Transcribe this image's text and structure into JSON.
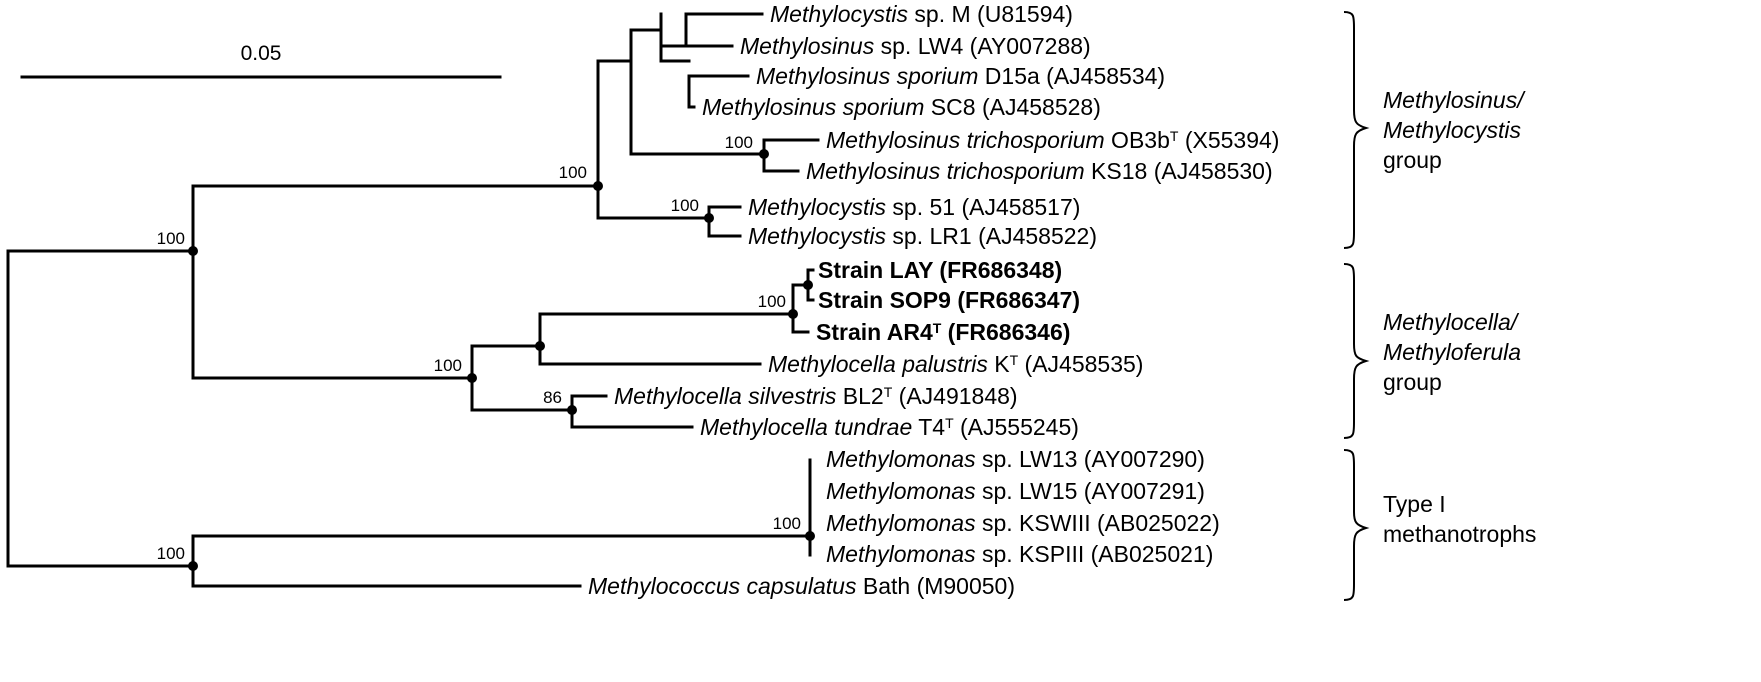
{
  "scale_bar": {
    "label": "0.05"
  },
  "leaves": [
    {
      "id": "mcys-m",
      "parts": [
        [
          "Methylocystis",
          true
        ],
        [
          " sp. M (U81594)",
          false
        ]
      ]
    },
    {
      "id": "msin-lw4",
      "parts": [
        [
          "Methylosinus",
          true
        ],
        [
          " sp. LW4 (AY007288)",
          false
        ]
      ]
    },
    {
      "id": "msp-d15a",
      "parts": [
        [
          "Methylosinus sporium",
          true
        ],
        [
          " D15a (AJ458534)",
          false
        ]
      ]
    },
    {
      "id": "msp-sc8",
      "parts": [
        [
          "Methylosinus sporium",
          true
        ],
        [
          " SC8 (AJ458528)",
          false
        ]
      ]
    },
    {
      "id": "mtr-ob3b",
      "parts": [
        [
          "Methylosinus trichosporium",
          true
        ],
        [
          " OB3b",
          false
        ],
        [
          "T",
          false,
          "sup"
        ],
        [
          " (X55394)",
          false
        ]
      ]
    },
    {
      "id": "mtr-ks18",
      "parts": [
        [
          "Methylosinus trichosporium",
          true
        ],
        [
          " KS18 (AJ458530)",
          false
        ]
      ]
    },
    {
      "id": "mcys-51",
      "parts": [
        [
          "Methylocystis",
          true
        ],
        [
          " sp. 51 (AJ458517)",
          false
        ]
      ]
    },
    {
      "id": "mcys-lr1",
      "parts": [
        [
          "Methylocystis",
          true
        ],
        [
          " sp. LR1 (AJ458522)",
          false
        ]
      ]
    },
    {
      "id": "strain-lay",
      "bold": true,
      "parts": [
        [
          "Strain LAY (FR686348)",
          false
        ]
      ]
    },
    {
      "id": "strain-sop9",
      "bold": true,
      "parts": [
        [
          "Strain SOP9 (FR686347)",
          false
        ]
      ]
    },
    {
      "id": "strain-ar4",
      "bold": true,
      "parts": [
        [
          "Strain AR4",
          false
        ],
        [
          "T",
          false,
          "sup"
        ],
        [
          " (FR686346)",
          false
        ]
      ]
    },
    {
      "id": "mcel-pal",
      "parts": [
        [
          "Methylocella palustris",
          true
        ],
        [
          " K",
          false
        ],
        [
          "T",
          false,
          "sup"
        ],
        [
          " (AJ458535)",
          false
        ]
      ]
    },
    {
      "id": "mcel-sil",
      "parts": [
        [
          "Methylocella silvestris",
          true
        ],
        [
          " BL2",
          false
        ],
        [
          "T",
          false,
          "sup"
        ],
        [
          " (AJ491848)",
          false
        ]
      ]
    },
    {
      "id": "mcel-tun",
      "parts": [
        [
          "Methylocella tundrae",
          true
        ],
        [
          " T4",
          false
        ],
        [
          "T",
          false,
          "sup"
        ],
        [
          " (AJ555245)",
          false
        ]
      ]
    },
    {
      "id": "mmon-lw13",
      "parts": [
        [
          "Methylomonas",
          true
        ],
        [
          " sp. LW13 (AY007290)",
          false
        ]
      ]
    },
    {
      "id": "mmon-lw15",
      "parts": [
        [
          "Methylomonas",
          true
        ],
        [
          " sp. LW15 (AY007291)",
          false
        ]
      ]
    },
    {
      "id": "mmon-kswiii",
      "parts": [
        [
          "Methylomonas",
          true
        ],
        [
          " sp. KSWIII (AB025022)",
          false
        ]
      ]
    },
    {
      "id": "mmon-kspiii",
      "parts": [
        [
          "Methylomonas",
          true
        ],
        [
          " sp. KSPIII (AB025021)",
          false
        ]
      ]
    },
    {
      "id": "mcoc-bath",
      "parts": [
        [
          "Methylococcus capsulatus",
          true
        ],
        [
          " Bath (M90050)",
          false
        ]
      ]
    }
  ],
  "bootstrap": [
    {
      "id": "bs-ob3b-ks18",
      "value": "100"
    },
    {
      "id": "bs-msin-top",
      "value": "100"
    },
    {
      "id": "bs-mcys",
      "value": "100"
    },
    {
      "id": "bs-alpha",
      "value": "100"
    },
    {
      "id": "bs-strains",
      "value": "100"
    },
    {
      "id": "bs-mcel",
      "value": "100"
    },
    {
      "id": "bs-sil-tun",
      "value": "86"
    },
    {
      "id": "bs-mmon",
      "value": "100"
    },
    {
      "id": "bs-gamma",
      "value": "100"
    }
  ],
  "groups": [
    {
      "id": "grp-msin",
      "lines": [
        [
          "Methylosinus/",
          true
        ],
        [
          "Methylocystis",
          true
        ],
        [
          "group",
          false
        ]
      ]
    },
    {
      "id": "grp-mcel",
      "lines": [
        [
          "Methylocella/",
          true
        ],
        [
          "Methyloferula",
          true
        ],
        [
          "group",
          false
        ]
      ]
    },
    {
      "id": "grp-type1",
      "lines": [
        [
          "Type I",
          false
        ],
        [
          "methanotrophs",
          false
        ]
      ]
    }
  ]
}
